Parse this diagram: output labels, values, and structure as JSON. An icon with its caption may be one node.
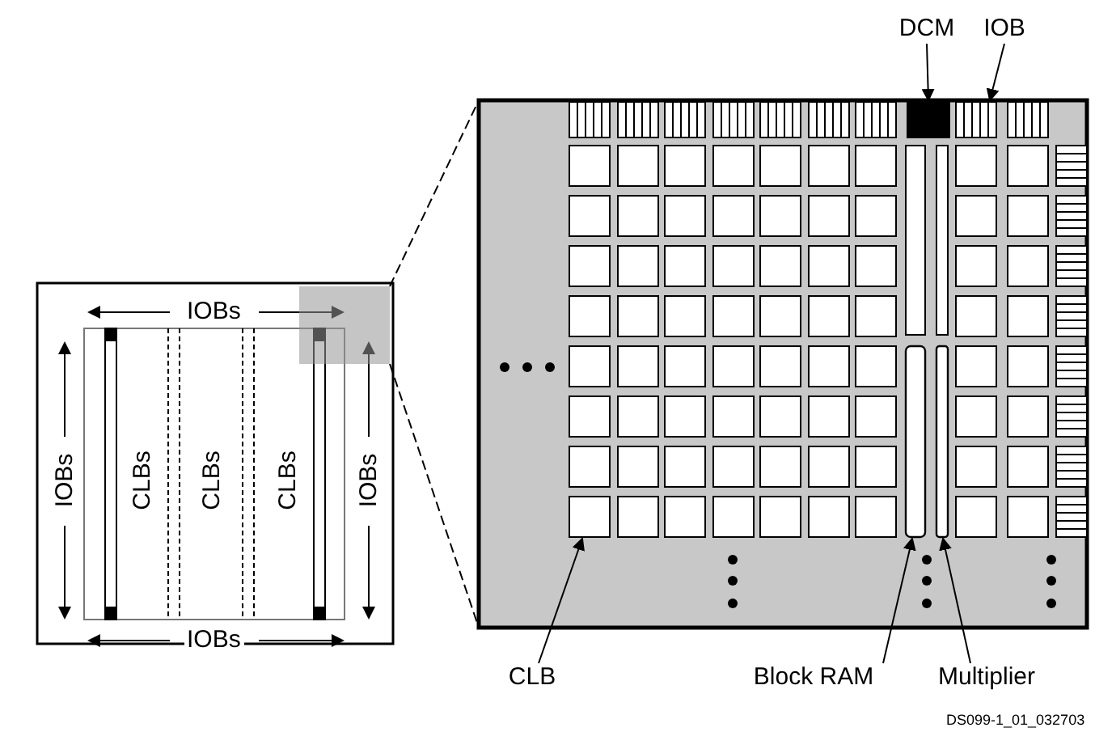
{
  "diagram": {
    "nodes": [
      {
        "text": [
          "DCM"
        ]
      },
      {
        "text": [
          "IOB"
        ]
      },
      {
        "text": [
          "CLB"
        ]
      },
      {
        "text": [
          "Block RAM"
        ]
      },
      {
        "text": [
          "Multiplier"
        ]
      },
      {
        "text": [],
        "shape": "box"
      },
      {
        "text": [],
        "shape": "box"
      },
      {
        "text": [],
        "shape": "box"
      },
      {
        "text": [],
        "shape": "bar"
      },
      {
        "text": [],
        "shape": "bar"
      }
    ],
    "edges": [
      {
        "from": 0,
        "to": 5,
        "arrow": "to"
      },
      {
        "from": 1,
        "to": 6,
        "arrow": "to"
      },
      {
        "from": 2,
        "to": 7,
        "arrow": "to"
      },
      {
        "from": 3,
        "to": 8,
        "arrow": "to"
      },
      {
        "from": 4,
        "to": 9,
        "arrow": "to"
      }
    ],
    "labels": [
      "IOBs",
      "IOBs",
      "CLBs",
      "CLBs",
      "CLBs",
      "IOBs",
      "IOBs",
      "DS099-1_01_032703"
    ]
  }
}
